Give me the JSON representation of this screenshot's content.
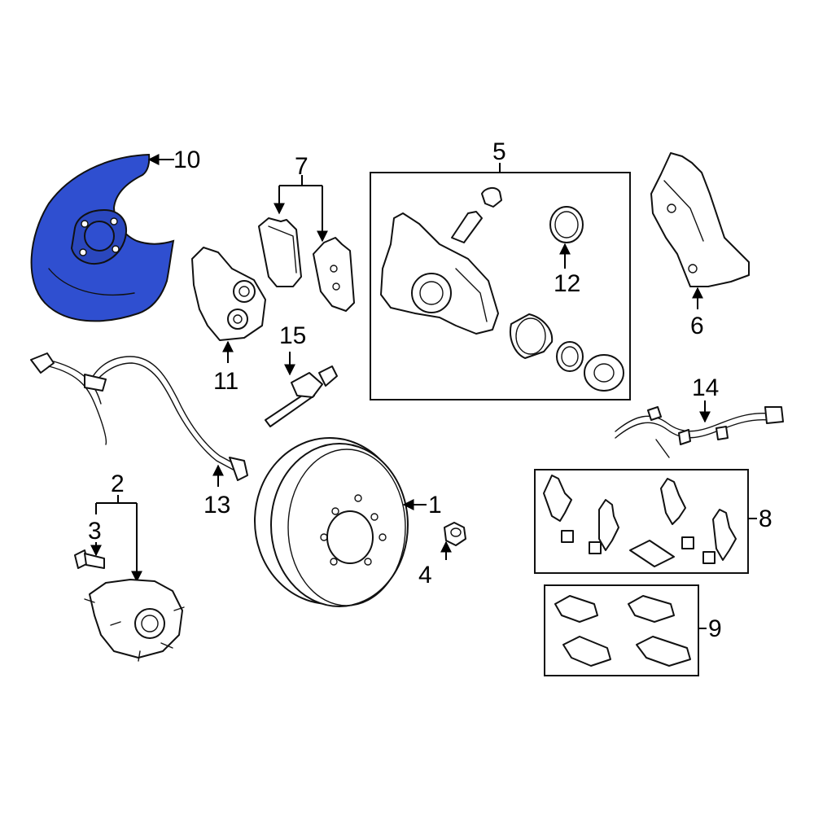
{
  "diagram": {
    "highlight_color": "#2f4fd0",
    "callouts": {
      "c1": "1",
      "c2": "2",
      "c3": "3",
      "c4": "4",
      "c5": "5",
      "c6": "6",
      "c7": "7",
      "c8": "8",
      "c9": "9",
      "c10": "10",
      "c11": "11",
      "c12": "12",
      "c13": "13",
      "c14": "14",
      "c15": "15"
    },
    "parts": [
      {
        "id": "1",
        "icon": "brake-rotor-icon"
      },
      {
        "id": "2",
        "icon": "hub-bearing-icon"
      },
      {
        "id": "3",
        "icon": "hub-bolt-icon"
      },
      {
        "id": "4",
        "icon": "lug-nut-icon"
      },
      {
        "id": "5",
        "icon": "caliper-assembly-icon"
      },
      {
        "id": "6",
        "icon": "caliper-bracket-icon"
      },
      {
        "id": "7",
        "icon": "brake-pads-icon"
      },
      {
        "id": "8",
        "icon": "pad-hardware-kit-icon"
      },
      {
        "id": "9",
        "icon": "pad-clip-set-icon"
      },
      {
        "id": "10",
        "icon": "dust-shield-icon",
        "highlighted": true
      },
      {
        "id": "11",
        "icon": "caliper-icon"
      },
      {
        "id": "12",
        "icon": "seal-ring-icon"
      },
      {
        "id": "13",
        "icon": "brake-hose-icon"
      },
      {
        "id": "14",
        "icon": "abs-wire-harness-icon"
      },
      {
        "id": "15",
        "icon": "abs-sensor-icon"
      }
    ]
  }
}
